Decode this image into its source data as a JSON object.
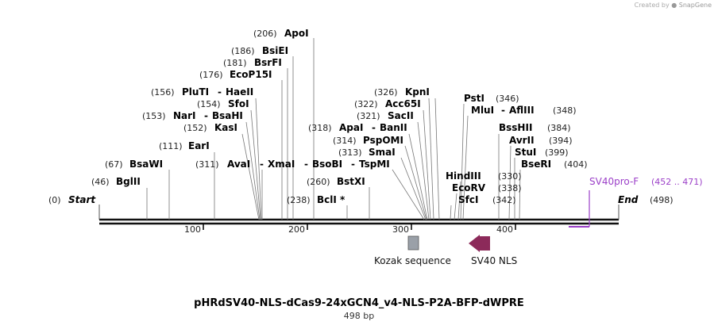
{
  "credit": {
    "created_by": "Created by",
    "brand": "SnapGene"
  },
  "title": "pHRdSV40-NLS-dCas9-24xGCN4_v4-NLS-P2A-BFP-dWPRE",
  "length_label": "498 bp",
  "total_bp": 498,
  "ends": {
    "start": "Start",
    "start_pos": "(0)",
    "end": "End",
    "end_pos": "(498)"
  },
  "ruler_ticks": [
    "100",
    "200",
    "300",
    "400"
  ],
  "enzymes": [
    {
      "pos": "(46)",
      "name": "BglII"
    },
    {
      "pos": "(67)",
      "name": "BsaWI"
    },
    {
      "pos": "(111)",
      "name": "EarI"
    },
    {
      "pos": "(152)",
      "name": "KasI"
    },
    {
      "pos": "(153)",
      "name": "NarI",
      "name2": "BsaHI"
    },
    {
      "pos": "(154)",
      "name": "SfoI"
    },
    {
      "pos": "(156)",
      "name": "PluTI",
      "name2": "HaeII"
    },
    {
      "pos": "(176)",
      "name": "EcoP15I"
    },
    {
      "pos": "(181)",
      "name": "BsrFI"
    },
    {
      "pos": "(186)",
      "name": "BsiEI"
    },
    {
      "pos": "(206)",
      "name": "ApoI"
    },
    {
      "pos": "(311)",
      "name": "AvaI",
      "name2": "XmaI",
      "name3": "BsoBI",
      "name4": "TspMI"
    },
    {
      "pos": "(238)",
      "name": "BclI *"
    },
    {
      "pos": "(260)",
      "name": "BstXI"
    },
    {
      "pos": "(313)",
      "name": "SmaI"
    },
    {
      "pos": "(314)",
      "name": "PspOMI"
    },
    {
      "pos": "(318)",
      "name": "ApaI",
      "name2": "BanII"
    },
    {
      "pos": "(321)",
      "name": "SacII"
    },
    {
      "pos": "(322)",
      "name": "Acc65I"
    },
    {
      "pos": "(326)",
      "name": "KpnI"
    },
    {
      "pos": "(330)",
      "name": "HindIII"
    },
    {
      "pos": "(338)",
      "name": "EcoRV"
    },
    {
      "pos": "(342)",
      "name": "SfcI"
    },
    {
      "pos": "(346)",
      "name": "PstI"
    },
    {
      "pos": "(348)",
      "name": "MluI",
      "name2": "AflIII"
    },
    {
      "pos": "(384)",
      "name": "BssHII"
    },
    {
      "pos": "(394)",
      "name": "AvrII"
    },
    {
      "pos": "(399)",
      "name": "StuI"
    },
    {
      "pos": "(404)",
      "name": "BseRI"
    }
  ],
  "primer": {
    "name": "SV40pro-F",
    "range": "(452 .. 471)",
    "color": "#9b3fc8"
  },
  "features": [
    {
      "name": "Kozak sequence",
      "color": "#9aa0a8"
    },
    {
      "name": "SV40 NLS",
      "color": "#8c2a5a"
    }
  ]
}
